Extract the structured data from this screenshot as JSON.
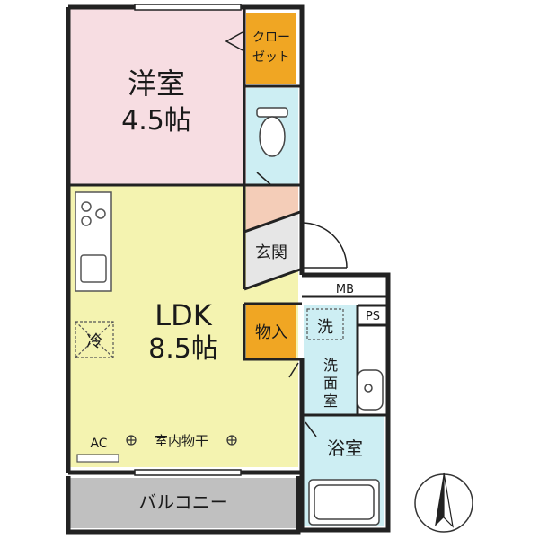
{
  "rooms": {
    "western": {
      "name": "洋室",
      "size": "4.5帖"
    },
    "ldk": {
      "name": "LDK",
      "size": "8.5帖"
    },
    "closet": {
      "line1": "クロー",
      "line2": "ゼット"
    },
    "entrance": "玄関",
    "storage": "物入",
    "washroom": {
      "l1": "洗",
      "l2": "面",
      "l3": "室"
    },
    "bathroom": "浴室",
    "balcony": "バルコニー"
  },
  "labels": {
    "washer": "洗",
    "fridge": "冷",
    "mb": "MB",
    "ps": "PS",
    "ac": "AC",
    "drying": "室内物干"
  },
  "colors": {
    "wall": "#222222",
    "western_room": "#f7dde2",
    "ldk": "#f4f3b0",
    "closet": "#f0a623",
    "toilet": "#cdeef3",
    "entrance": "#f4cdb8",
    "balcony": "#c0c0c0",
    "wet": "#cdeef3",
    "genkan_floor": "#c8c8c8"
  }
}
